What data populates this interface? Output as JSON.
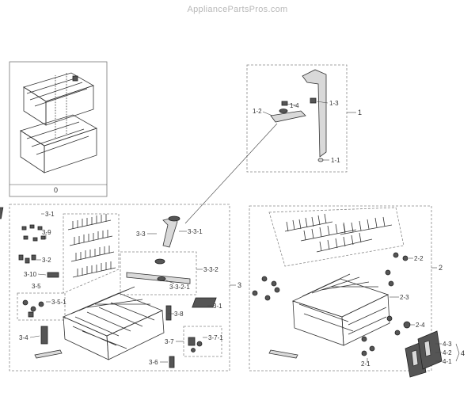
{
  "watermark": "AppliancePartsPros.com",
  "groups": {
    "g0": "0",
    "g1": "1",
    "g2": "2",
    "g3": "3",
    "g4": "4"
  },
  "callouts": {
    "c1_1": "1-1",
    "c1_2": "1-2",
    "c1_3": "1-3",
    "c1_4": "1-4",
    "c2_1": "2-1",
    "c2_2": "2-2",
    "c2_3": "2-3",
    "c2_4": "2-4",
    "c3_1a": "3-1",
    "c3_1b": "3-1",
    "c3_2": "3-2",
    "c3_3": "3-3",
    "c3_3_1": "3-3-1",
    "c3_3_2": "3-3-2",
    "c3_3_2_1": "3-3-2-1",
    "c3_4": "3-4",
    "c3_5": "3-5",
    "c3_5_1": "3-5-1",
    "c3_6": "3-6",
    "c3_7": "3-7",
    "c3_7_1": "3-7-1",
    "c3_8": "3-8",
    "c3_9": "3-9",
    "c3_10": "3-10",
    "c4_1": "4-1",
    "c4_2": "4-2",
    "c4_3": "4-3"
  }
}
